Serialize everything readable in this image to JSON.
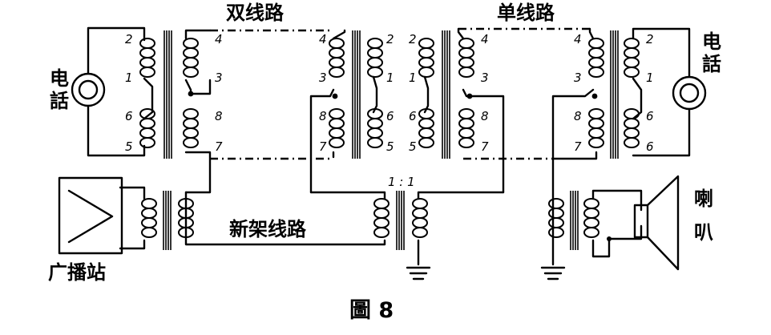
{
  "labels": {
    "double_line": "双线路",
    "single_line": "单线路",
    "phone_left": "电話",
    "phone_right": "电話",
    "broadcast_station": "广播站",
    "new_rack_line": "新架线路",
    "speaker": "喇叭",
    "ratio": "1 : 1",
    "caption": "圖 8"
  },
  "colors": {
    "ink": "#000000",
    "paper": "#ffffff"
  },
  "terminals": {
    "t1_left": [
      "2",
      "1",
      "6",
      "5"
    ],
    "t1_right": [
      "4",
      "3",
      "8",
      "7"
    ],
    "t2_left": [
      "4",
      "3",
      "8",
      "7"
    ],
    "t2_mid_a": [
      "2",
      "1",
      "6",
      "5"
    ],
    "t2_mid_b": [
      "2",
      "1",
      "6",
      "5"
    ],
    "t2_right": [
      "4",
      "3",
      "8",
      "7"
    ],
    "t3_left": [
      "4",
      "3",
      "8",
      "7"
    ],
    "t3_right": [
      "2",
      "1",
      "6",
      "6"
    ]
  },
  "icons": [
    "telephone-icon",
    "amplifier-icon",
    "transformer-icon",
    "ground-icon",
    "loudspeaker-icon"
  ]
}
